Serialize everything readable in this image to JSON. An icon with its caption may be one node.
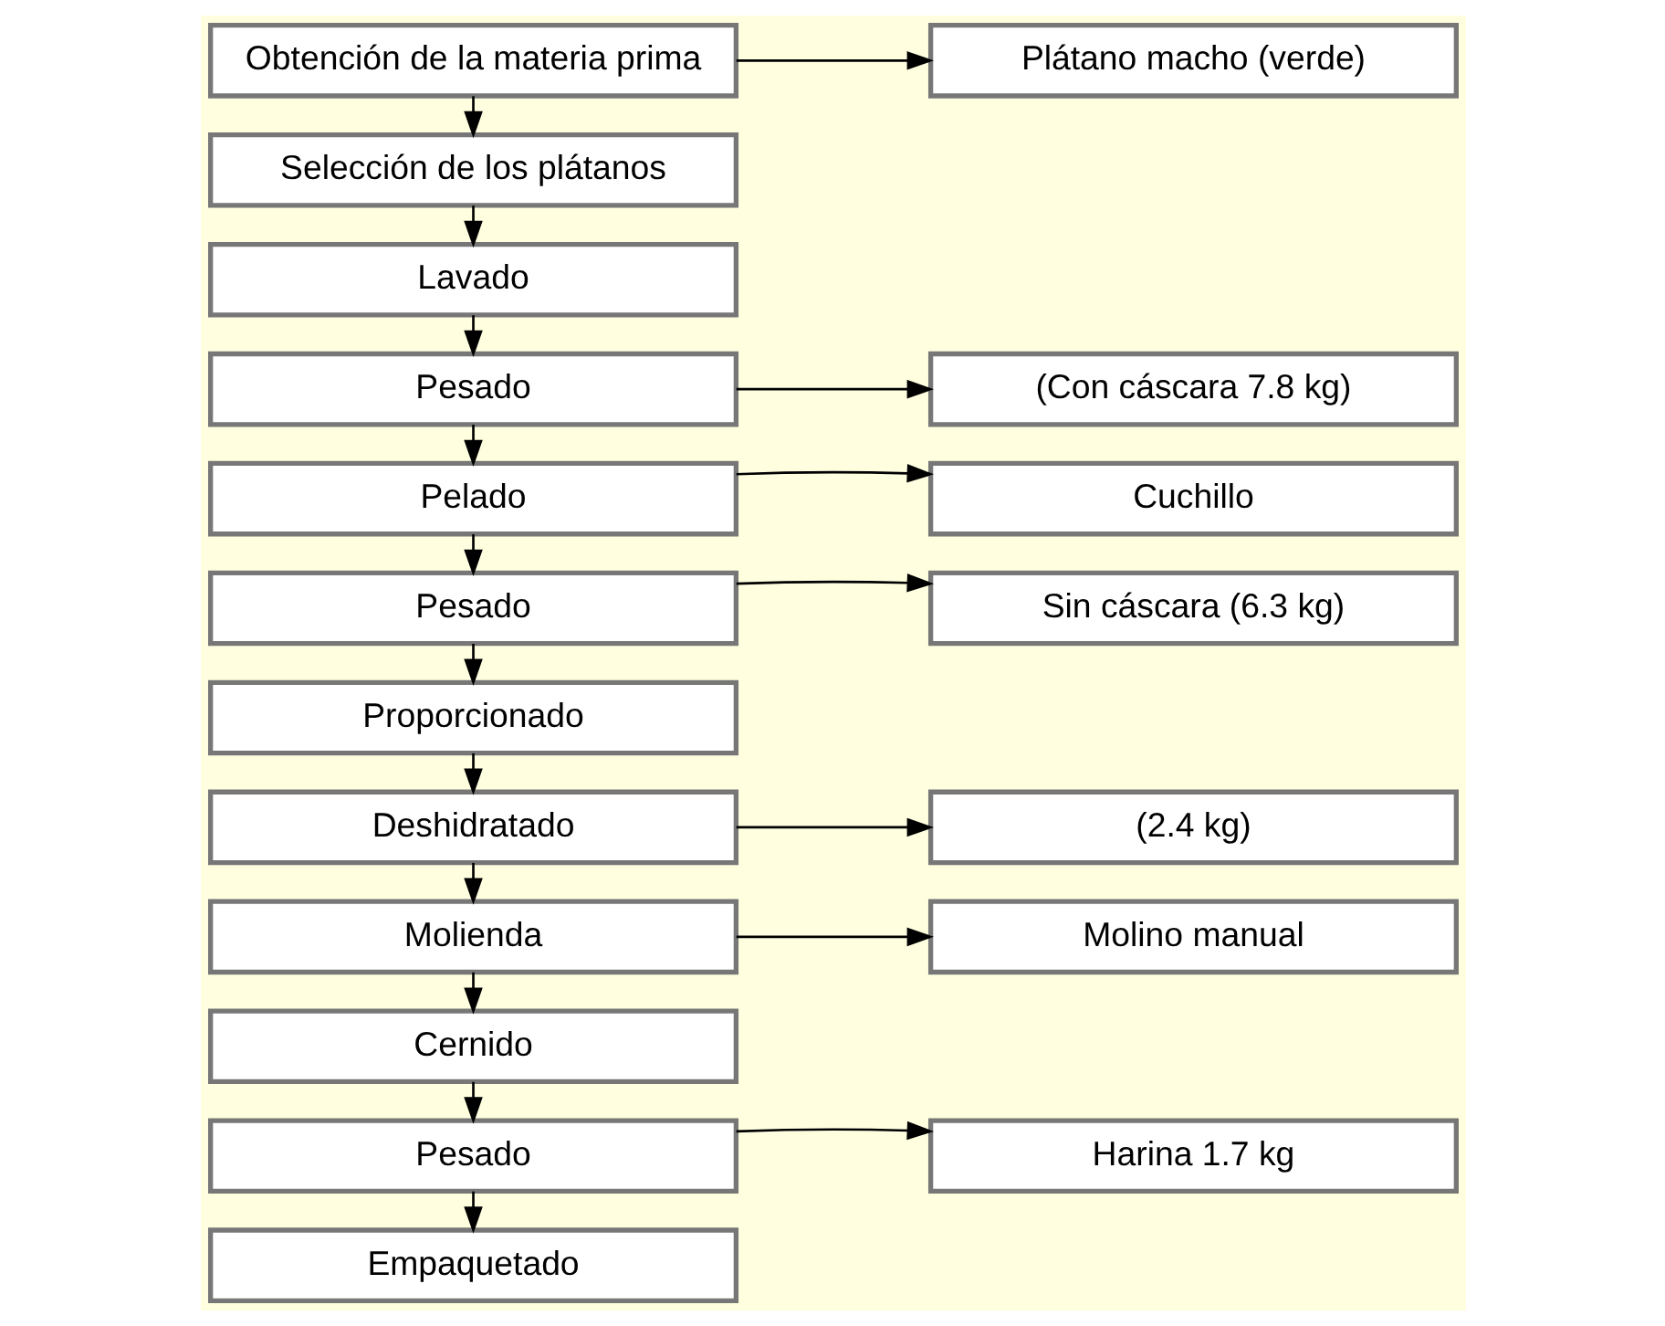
{
  "diagram": {
    "nodes": [
      {
        "text": [
          "Obtención de la materia prima"
        ]
      },
      {
        "text": [
          "Plátano macho (verde)"
        ]
      },
      {
        "text": [
          "Selección de los plátanos"
        ]
      },
      {
        "text": [
          "Lavado"
        ]
      },
      {
        "text": [
          "Pesado"
        ]
      },
      {
        "text": [
          "(Con cáscara 7.8 kg)"
        ]
      },
      {
        "text": [
          "Cuchillo"
        ]
      },
      {
        "text": [
          "Pelado"
        ]
      },
      {
        "text": [
          "Sin cáscara (6.3 kg)"
        ]
      },
      {
        "text": [
          "Pesado"
        ]
      },
      {
        "text": [
          "Proporcionado"
        ]
      },
      {
        "text": [
          "Deshidratado"
        ]
      },
      {
        "text": [
          "(2.4 kg)"
        ]
      },
      {
        "text": [
          "Molienda"
        ]
      },
      {
        "text": [
          "Molino manual"
        ]
      },
      {
        "text": [
          "Cernido"
        ]
      },
      {
        "text": [
          "Harina 1.7 kg"
        ]
      },
      {
        "text": [
          "Pesado"
        ]
      },
      {
        "text": [
          "Empaquetado"
        ]
      }
    ],
    "edges": [
      {
        "from": 0,
        "to": 1,
        "arrow": "to"
      },
      {
        "from": 0,
        "to": 2,
        "arrow": "to"
      },
      {
        "from": 2,
        "to": 3,
        "arrow": "to"
      },
      {
        "from": 3,
        "to": 4,
        "arrow": "to"
      },
      {
        "from": 4,
        "to": 5,
        "arrow": "to"
      },
      {
        "from": 4,
        "to": 7,
        "arrow": "to"
      },
      {
        "from": 7,
        "to": 6,
        "arrow": "to"
      },
      {
        "from": 7,
        "to": 9,
        "arrow": "to"
      },
      {
        "from": 9,
        "to": 8,
        "arrow": "to"
      },
      {
        "from": 9,
        "to": 10,
        "arrow": "to"
      },
      {
        "from": 10,
        "to": 11,
        "arrow": "to"
      },
      {
        "from": 11,
        "to": 12,
        "arrow": "to"
      },
      {
        "from": 11,
        "to": 13,
        "arrow": "to"
      },
      {
        "from": 13,
        "to": 14,
        "arrow": "to"
      },
      {
        "from": 13,
        "to": 15,
        "arrow": "to"
      },
      {
        "from": 15,
        "to": 17,
        "arrow": "to"
      },
      {
        "from": 17,
        "to": 16,
        "arrow": "to"
      },
      {
        "from": 17,
        "to": 18,
        "arrow": "to"
      }
    ]
  }
}
